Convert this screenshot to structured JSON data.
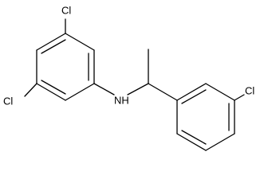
{
  "molecule": {
    "atoms": {
      "cl_top": "Cl",
      "cl_left": "Cl",
      "cl_right": "Cl",
      "nh": "NH"
    }
  }
}
